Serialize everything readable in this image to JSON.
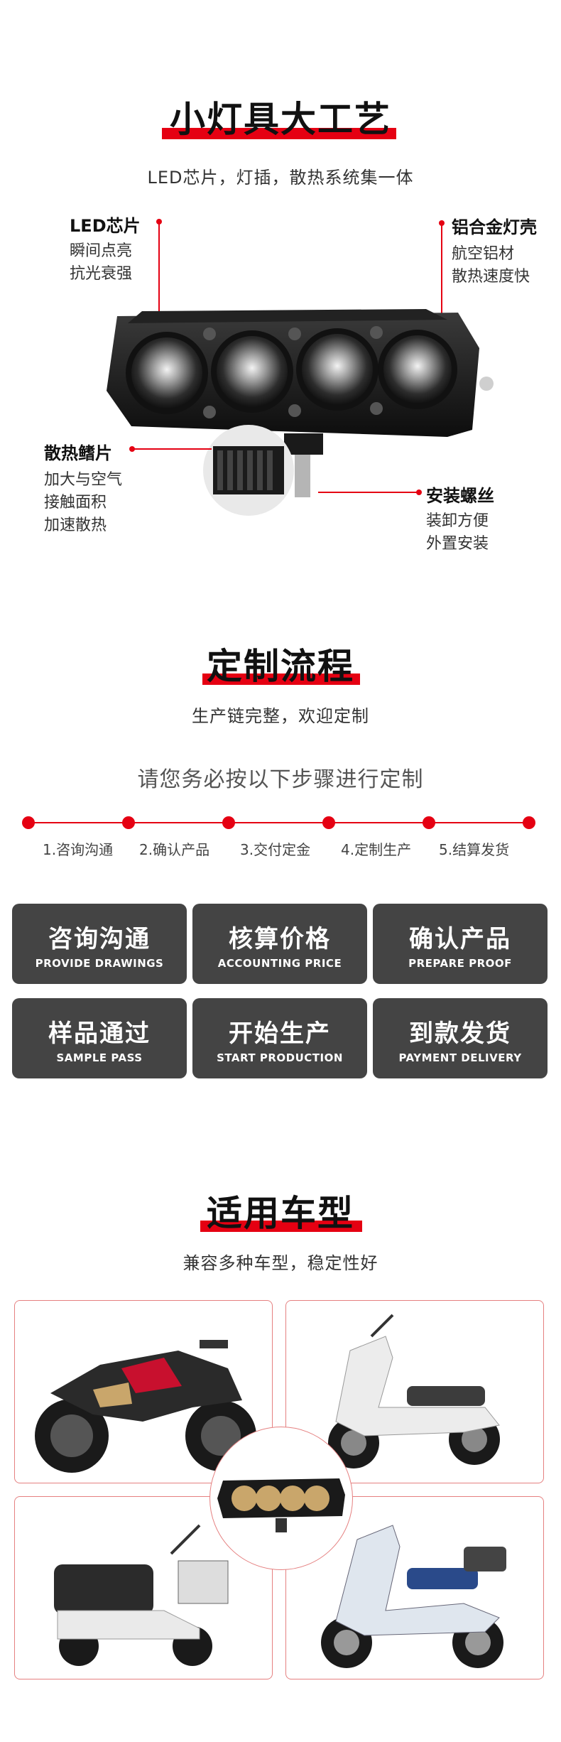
{
  "section1": {
    "title": "小灯具大工艺",
    "subtitle": "LED芯片，灯插，散热系统集一体",
    "features": {
      "led": {
        "title": "LED芯片",
        "desc": [
          "瞬间点亮",
          "抗光衰强"
        ]
      },
      "housing": {
        "title": "铝合金灯壳",
        "desc": [
          "航空铝材",
          "散热速度快"
        ]
      },
      "fins": {
        "title": "散热鳍片",
        "desc": [
          "加大与空气",
          "接触面积",
          "加速散热"
        ]
      },
      "screw": {
        "title": "安装螺丝",
        "desc": [
          "装卸方便",
          "外置安装"
        ]
      }
    }
  },
  "section2": {
    "title": "定制流程",
    "subtitle": "生产链完整，欢迎定制",
    "instruction": "请您务必按以下步骤进行定制",
    "steps": [
      "1.咨询沟通",
      "2.确认产品",
      "3.交付定金",
      "4.定制生产",
      "5.结算发货"
    ],
    "cards": [
      {
        "cn": "咨询沟通",
        "en": "PROVIDE DRAWINGS"
      },
      {
        "cn": "核算价格",
        "en": "ACCOUNTING PRICE"
      },
      {
        "cn": "确认产品",
        "en": "PREPARE PROOF"
      },
      {
        "cn": "样品通过",
        "en": "SAMPLE PASS"
      },
      {
        "cn": "开始生产",
        "en": "START PRODUCTION"
      },
      {
        "cn": "到款发货",
        "en": "PAYMENT DELIVERY"
      }
    ]
  },
  "section3": {
    "title": "适用车型",
    "subtitle": "兼容多种车型，稳定性好"
  },
  "colors": {
    "accent": "#e50012",
    "card": "#444444"
  }
}
